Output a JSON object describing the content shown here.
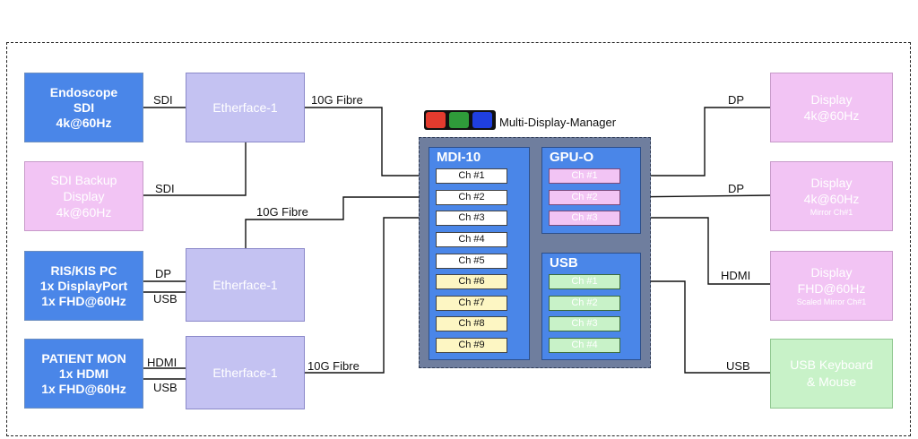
{
  "sources": {
    "endoscope": {
      "line1": "Endoscope",
      "line2": "SDI",
      "line3": "4k@60Hz"
    },
    "sdi_backup": {
      "line1": "SDI Backup",
      "line2": "Display",
      "line3": "4k@60Hz"
    },
    "ris_kis": {
      "line1": "RIS/KIS PC",
      "line2": "1x DisplayPort",
      "line3": "1x FHD@60Hz"
    },
    "patient_mon": {
      "line1": "PATIENT MON",
      "line2": "1x HDMI",
      "line3": "1x FHD@60Hz"
    }
  },
  "etherface": {
    "label1": "Etherface-1",
    "label2": "Etherface-1",
    "label3": "Etherface-1"
  },
  "links": {
    "sdi_1": "SDI",
    "sdi_2": "SDI",
    "dp_in": "DP",
    "usb_in_1": "USB",
    "hdmi_in": "HDMI",
    "usb_in_2": "USB",
    "fibre_1": "10G Fibre",
    "fibre_2": "10G Fibre",
    "fibre_3": "10G Fibre",
    "dp_out_1": "DP",
    "dp_out_2": "DP",
    "hdmi_out": "HDMI",
    "usb_out": "USB"
  },
  "manager": {
    "title": "Multi-Display-Manager",
    "colors": [
      "#e33b2e",
      "#2f9b3a",
      "#1f3fe0"
    ],
    "mdi": {
      "title": "MDI-10",
      "channels": [
        "Ch #1",
        "Ch #2",
        "Ch #3",
        "Ch #4",
        "Ch #5",
        "Ch #6",
        "Ch #7",
        "Ch #8",
        "Ch #9"
      ]
    },
    "gpu": {
      "title": "GPU-O",
      "channels": [
        "Ch #1",
        "Ch #2",
        "Ch #3"
      ]
    },
    "usb": {
      "title": "USB",
      "channels": [
        "Ch #1",
        "Ch #2",
        "Ch #3",
        "Ch #4"
      ]
    }
  },
  "outputs": {
    "display1": {
      "line1": "Display",
      "line2": "4k@60Hz"
    },
    "display2": {
      "line1": "Display",
      "line2": "4k@60Hz",
      "line3": "Mirror Ch#1"
    },
    "display3": {
      "line1": "Display",
      "line2": "FHD@60Hz",
      "line3": "Scaled Mirror Ch#1"
    },
    "usb_dev": {
      "line1": "USB Keyboard",
      "line2": "& Mouse"
    }
  }
}
